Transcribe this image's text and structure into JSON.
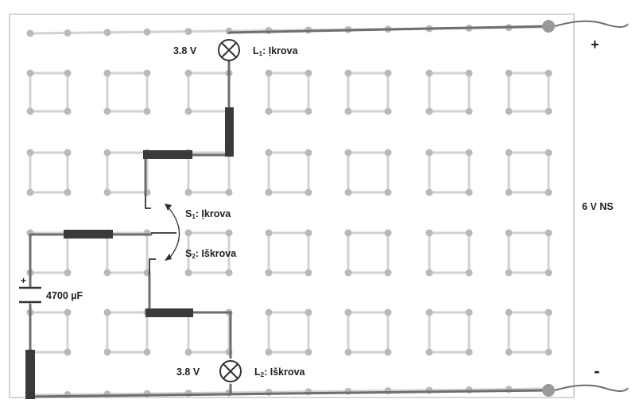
{
  "components": {
    "lamp_1": {
      "voltage": "3.8 V",
      "name": "L",
      "sub": "1",
      "suffix": ": Ịkrova"
    },
    "lamp_2": {
      "voltage": "3.8 V",
      "name": "L",
      "sub": "2",
      "suffix": ": Iškrova"
    },
    "switch_1": {
      "name": "S",
      "sub": "1",
      "suffix": ": Ịkrova"
    },
    "switch_2": {
      "name": "S",
      "sub": "2",
      "suffix": ": Iškrova"
    },
    "capacitor": {
      "value": "4700 µF",
      "polarity": "+"
    }
  },
  "supply": {
    "label": "6 V NS",
    "plus": "+",
    "minus": "-"
  },
  "colors": {
    "wire": "#6e6e6e",
    "grid": "#d2d2d2",
    "node": "#b9b9b9",
    "resistor": "#3a3a3a",
    "text": "#222222"
  }
}
